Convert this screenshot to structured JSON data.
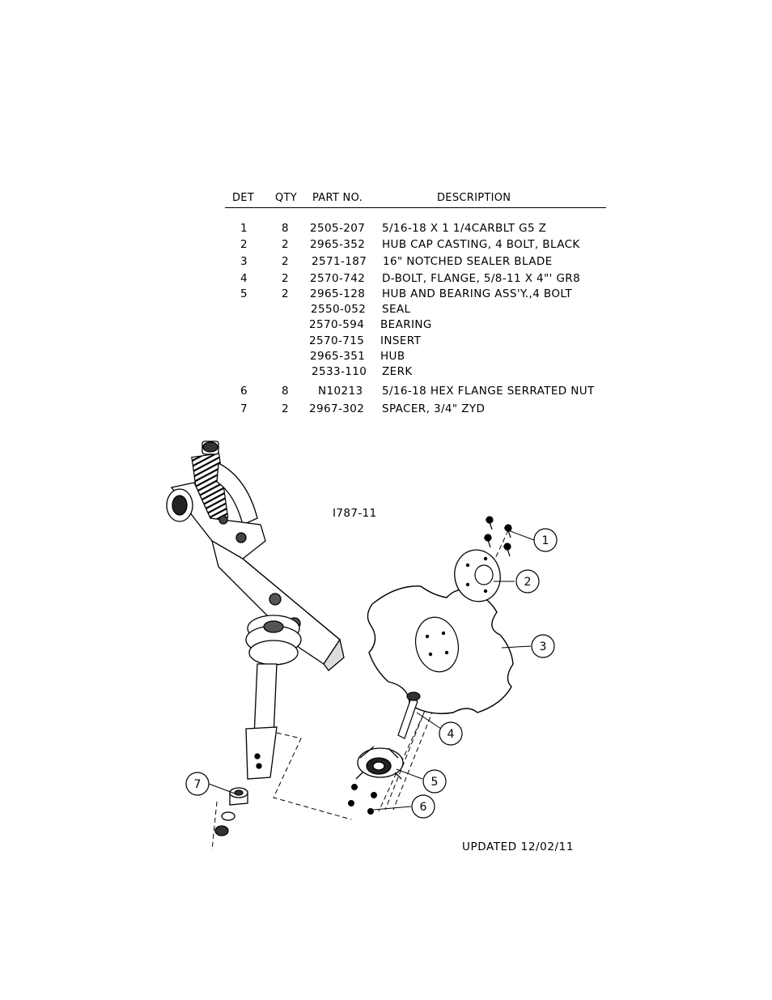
{
  "table": {
    "headers": {
      "det": "DET",
      "qty": "QTY",
      "part": "PART NO.",
      "desc": "DESCRIPTION"
    },
    "rows": [
      {
        "det": "1",
        "qty": "8",
        "part": "2505-207",
        "desc": "5/16-18 X 1 1/4CARBLT G5 Z"
      },
      {
        "det": "2",
        "qty": "2",
        "part": "2965-352",
        "desc": "HUB CAP CASTING, 4 BOLT, BLACK"
      },
      {
        "det": "3",
        "qty": "2",
        "part": "2571-187",
        "desc": "16\" NOTCHED SEALER BLADE"
      },
      {
        "det": "4",
        "qty": "2",
        "part": "2570-742",
        "desc": "D-BOLT, FLANGE, 5/8-11 X 4\"' GR8"
      },
      {
        "det": "5",
        "qty": "2",
        "part": "2965-128",
        "desc": "HUB AND BEARING ASS'Y.,4 BOLT"
      },
      {
        "det": "",
        "qty": "",
        "part": "2550-052",
        "desc": "SEAL"
      },
      {
        "det": "",
        "qty": "",
        "part": "2570-594",
        "desc": "BEARING"
      },
      {
        "det": "",
        "qty": "",
        "part": "2570-715",
        "desc": "INSERT"
      },
      {
        "det": "",
        "qty": "",
        "part": "2965-351",
        "desc": "HUB"
      },
      {
        "det": "",
        "qty": "",
        "part": "2533-110",
        "desc": "ZERK"
      },
      {
        "det": "6",
        "qty": "8",
        "part": "N10213",
        "desc": "5/16-18 HEX FLANGE SERRATED NUT"
      },
      {
        "det": "7",
        "qty": "2",
        "part": "2967-302",
        "desc": "SPACER, 3/4\" ZYD"
      }
    ]
  },
  "drawing": {
    "code": "I787-11",
    "callouts": [
      "1",
      "2",
      "3",
      "4",
      "5",
      "6",
      "7"
    ],
    "updated": "UPDATED 12/02/11"
  }
}
